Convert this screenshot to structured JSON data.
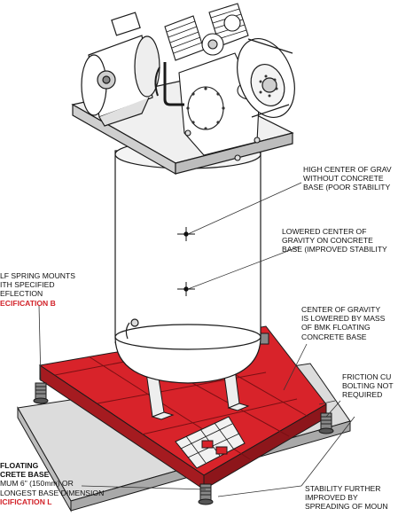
{
  "colors": {
    "base_red": "#d8232a",
    "base_red_dark": "#9e1a1f",
    "concrete": "#d9d9d9",
    "line": "#1a1a1a"
  },
  "icons": [
    "motor-icon",
    "compressor-pump-icon",
    "flywheel-icon",
    "tank-icon",
    "spring-mount-icon"
  ],
  "callouts": {
    "high_cg": [
      "HIGH CENTER OF GRAV",
      "WITHOUT CONCRETE",
      "BASE (POOR STABILITY"
    ],
    "lowered_cg": [
      "LOWERED CENTER OF",
      "GRAVITY ON CONCRETE",
      "BASE (IMPROVED STABILITY"
    ],
    "cg_mass": [
      "CENTER OF GRAVITY",
      "IS LOWERED BY MASS",
      "OF BMK FLOATING",
      "CONCRETE BASE"
    ],
    "spring_mounts": [
      "LF SPRING MOUNTS",
      "ITH SPECIFIED",
      "EFLECTION"
    ],
    "spring_spec": "ECIFICATION B",
    "friction": [
      "FRICTION CU",
      "BOLTING NOT",
      "REQUIRED"
    ],
    "floating_base_title": [
      "FLOATING",
      "CRETE BASE"
    ],
    "floating_base_desc": [
      "MUM 6\" (150mm) OR",
      "LONGEST BASE DIMENSION"
    ],
    "floating_base_spec": "ICIFICATION L",
    "stability": [
      "STABILITY FURTHER",
      "IMPROVED BY",
      "SPREADING OF MOUN"
    ]
  }
}
